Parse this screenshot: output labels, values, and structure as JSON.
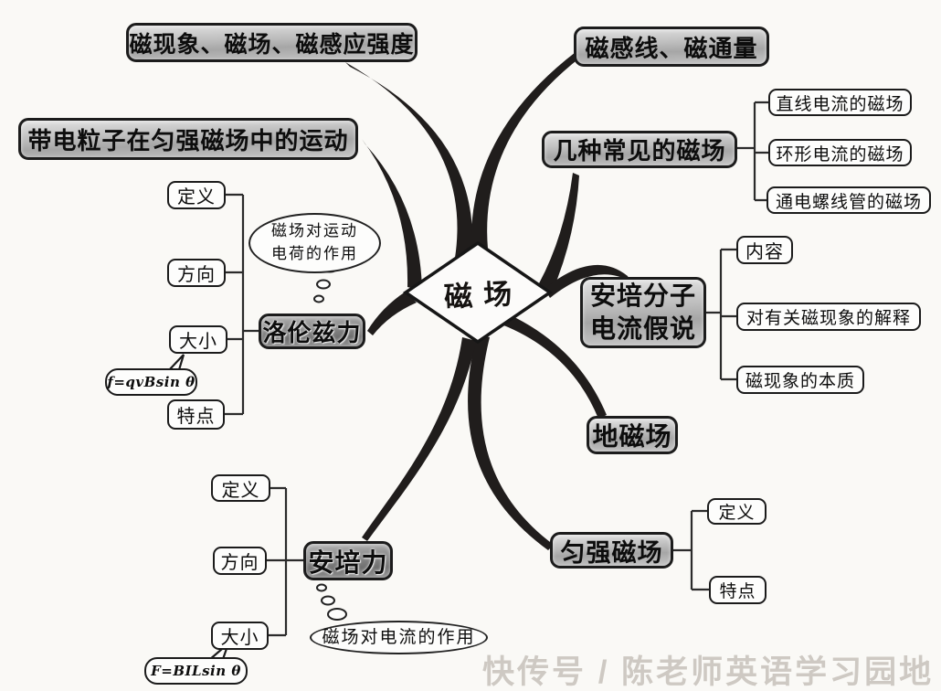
{
  "center": {
    "label": "磁场"
  },
  "branches": {
    "phenomena": {
      "label": "磁现象、磁场、磁感应强度"
    },
    "flux": {
      "label": "磁感线、磁通量"
    },
    "particle_motion": {
      "label": "带电粒子在匀强磁场中的运动"
    },
    "common_fields": {
      "label": "几种常见的磁场",
      "children": [
        "直线电流的磁场",
        "环形电流的磁场",
        "通电螺线管的磁场"
      ]
    },
    "ampere_hypothesis": {
      "label_line1": "安培分子",
      "label_line2": "电流假说",
      "children": [
        "内容",
        "对有关磁现象的解释",
        "磁现象的本质"
      ]
    },
    "geomagnetic": {
      "label": "地磁场"
    },
    "uniform_field": {
      "label": "匀强磁场",
      "children": [
        "定义",
        "特点"
      ]
    },
    "lorentz_force": {
      "label": "洛伦兹力",
      "children": [
        "定义",
        "方向",
        "大小",
        "特点"
      ],
      "formula": "f=qvBsin θ",
      "note_line1": "磁场对运动",
      "note_line2": "电荷的作用"
    },
    "ampere_force": {
      "label": "安培力",
      "children": [
        "定义",
        "方向",
        "大小"
      ],
      "formula": "F=BILsin θ",
      "note": "磁场对电流的作用"
    }
  },
  "watermark": "快传号 / 陈老师英语学习园地",
  "colors": {
    "ink": "#201d1c",
    "connector": "#2b2b2b",
    "node_gray": "#b5b5b5",
    "paper": "#faf9f6"
  }
}
